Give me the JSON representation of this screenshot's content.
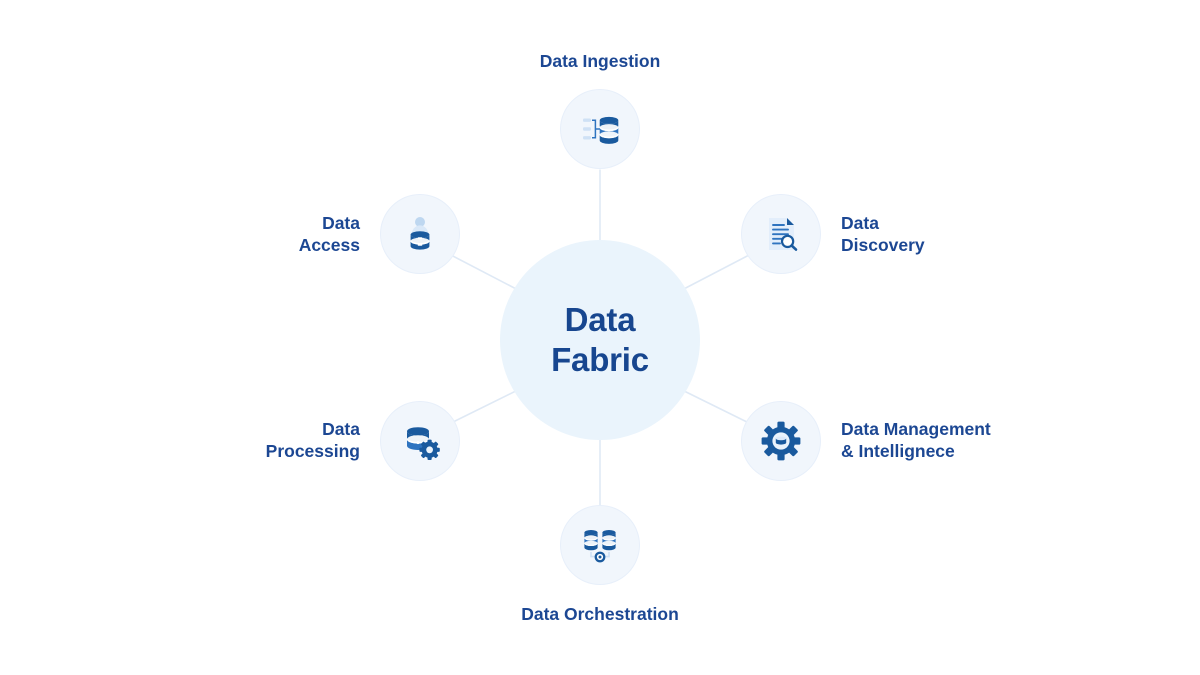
{
  "diagram": {
    "type": "hub-and-spoke",
    "background_color": "#ffffff",
    "hub": {
      "name": "data-fabric-hub",
      "title_line1": "Data",
      "title_line2": "Fabric",
      "fill_color": "#eaf4fc",
      "text_color": "#17468f"
    },
    "colors": {
      "label_text": "#1c4793",
      "node_fill": "#f1f6fc",
      "node_ring": "#e7effa",
      "connector": "#dfe9f5",
      "icon_dark": "#1a5a9e",
      "icon_mid": "#2f74c0",
      "icon_light": "#cfe1f5"
    },
    "nodes": [
      {
        "id": "ingestion",
        "label": "Data Ingestion",
        "label_align": "center",
        "icon": "data-ingestion-icon",
        "position": "top"
      },
      {
        "id": "discovery",
        "label": "Data\nDiscovery",
        "label_align": "right",
        "icon": "document-search-icon",
        "position": "upper-right"
      },
      {
        "id": "management",
        "label": "Data Management\n& Intellignece",
        "label_align": "right",
        "icon": "gear-database-icon",
        "position": "lower-right"
      },
      {
        "id": "orchestration",
        "label": "Data Orchestration",
        "label_align": "center",
        "icon": "database-cluster-node-icon",
        "position": "bottom"
      },
      {
        "id": "processing",
        "label": "Data\nProcessing",
        "label_align": "left",
        "icon": "database-gear-icon",
        "position": "lower-left"
      },
      {
        "id": "access",
        "label": "Data\nAccess",
        "label_align": "left",
        "icon": "user-database-icon",
        "position": "upper-left"
      }
    ]
  }
}
